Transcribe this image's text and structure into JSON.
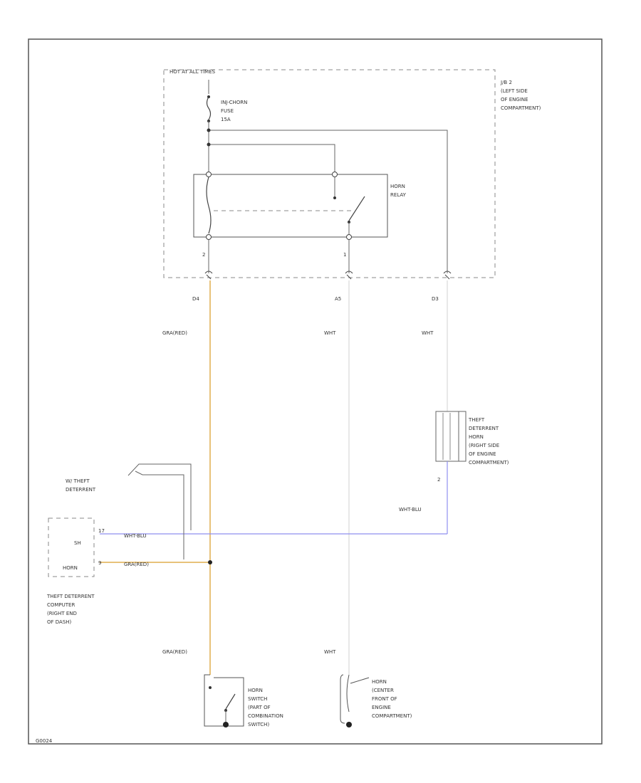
{
  "jb": {
    "header": "HOT AT ALL TIMES",
    "name_lines": [
      "J/B 2",
      "(LEFT SIDE",
      "OF ENGINE",
      "COMPARTMENT)"
    ]
  },
  "fuse": {
    "lines": [
      "INJ-CHORN",
      "FUSE",
      "15A"
    ]
  },
  "horn_relay": {
    "lines": [
      "HORN",
      "RELAY"
    ]
  },
  "pins": {
    "left": "2",
    "middle": "1",
    "theft_horn": "2",
    "computer_sh": "17",
    "computer_horn": "9"
  },
  "connectors": {
    "left": "D4",
    "middle": "A5",
    "right": "D3"
  },
  "wires": {
    "gra_red_top": "GRA(RED)",
    "wht_middle": "WHT",
    "wht_right": "WHT",
    "wht_blu": "WHT-BLU",
    "wht_blu_computer": "WHT-BLU",
    "gra_red_computer": "GRA(RED)",
    "gra_red_bottom": "GRA(RED)",
    "wht_bottom": "WHT"
  },
  "theft_horn": {
    "lines": [
      "THEFT",
      "DETERRENT",
      "HORN",
      "(RIGHT SIDE",
      "OF ENGINE",
      "COMPARTMENT)"
    ]
  },
  "w_theft": {
    "lines": [
      "W/ THEFT",
      "DETERRENT"
    ]
  },
  "computer": {
    "pin_sh": "SH",
    "pin_horn": "HORN",
    "label_lines": [
      "THEFT DETERRENT",
      "COMPUTER",
      "(RIGHT END",
      "OF DASH)"
    ]
  },
  "horn_switch": {
    "lines": [
      "HORN",
      "SWITCH",
      "(PART OF",
      "COMBINATION",
      "SWITCH)"
    ]
  },
  "horn": {
    "lines": [
      "HORN",
      "(CENTER",
      "FRONT OF",
      "ENGINE",
      "COMPARTMENT)"
    ]
  },
  "footer_code": "G0024",
  "colors": {
    "gra_red": "#e8c27a",
    "wht_blu": "#8f8fef",
    "wire": "#666666",
    "wht": "#d8d8d8"
  }
}
